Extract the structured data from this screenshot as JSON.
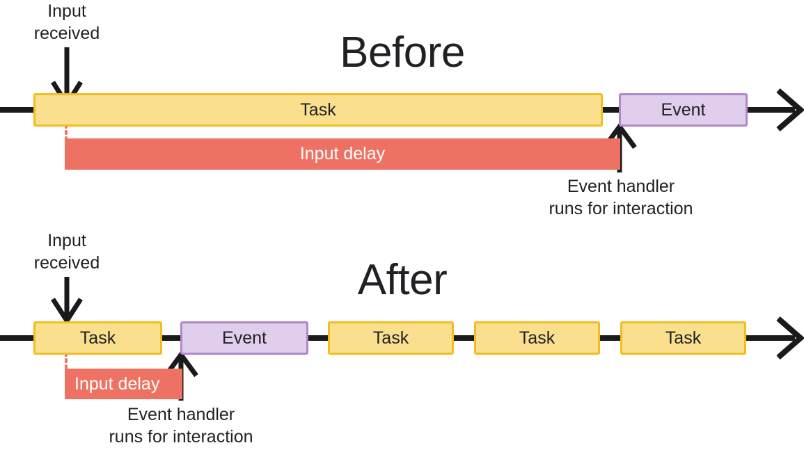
{
  "colors": {
    "task_fill": "#FAE08E",
    "task_border": "#F5BC1D",
    "event_fill": "#E1CEEC",
    "event_border": "#B187C9",
    "input_delay": "#EE7264",
    "line": "#1A1A1A",
    "text": "#202124",
    "background": "#FFFFFF"
  },
  "diagram": {
    "type": "timeline-comparison",
    "description": "Comparison of long task blocking input responsiveness versus yielding to shorter tasks"
  },
  "before": {
    "title": "Before",
    "input_received_label_line1": "Input",
    "input_received_label_line2": "received",
    "task_label": "Task",
    "event_label": "Event",
    "input_delay_label": "Input delay",
    "handler_label_line1": "Event handler",
    "handler_label_line2": "runs for interaction"
  },
  "after": {
    "title": "After",
    "input_received_label_line1": "Input",
    "input_received_label_line2": "received",
    "input_delay_label": "Input delay",
    "handler_label_line1": "Event handler",
    "handler_label_line2": "runs for interaction",
    "blocks": [
      {
        "kind": "task",
        "label": "Task"
      },
      {
        "kind": "event",
        "label": "Event"
      },
      {
        "kind": "task",
        "label": "Task"
      },
      {
        "kind": "task",
        "label": "Task"
      },
      {
        "kind": "task",
        "label": "Task"
      }
    ]
  }
}
